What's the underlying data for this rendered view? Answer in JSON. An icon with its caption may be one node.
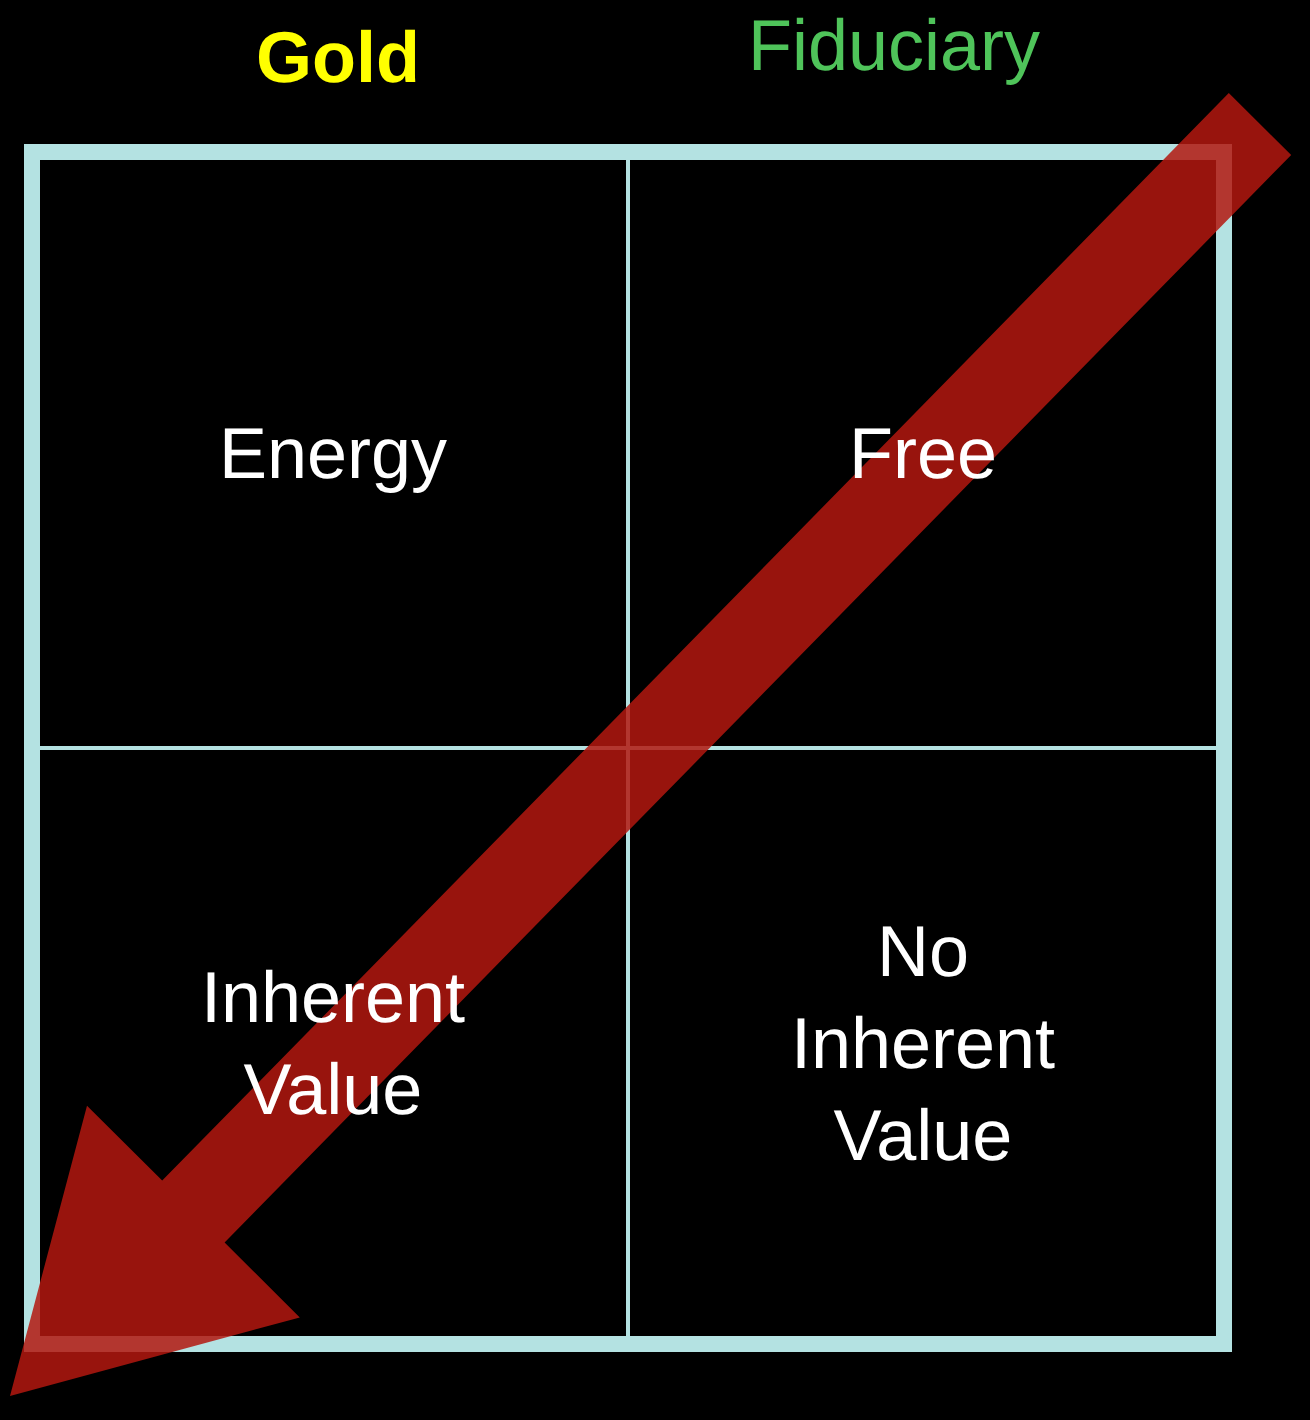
{
  "diagram": {
    "nodes": [
      {
        "text": [
          "Energy"
        ]
      },
      {
        "text": [
          "Free"
        ]
      },
      {
        "text": [
          "Inherent Value"
        ]
      },
      {
        "text": [
          "No Inherent Value"
        ]
      }
    ],
    "labels": [
      "Gold",
      "Fiduciary"
    ]
  }
}
